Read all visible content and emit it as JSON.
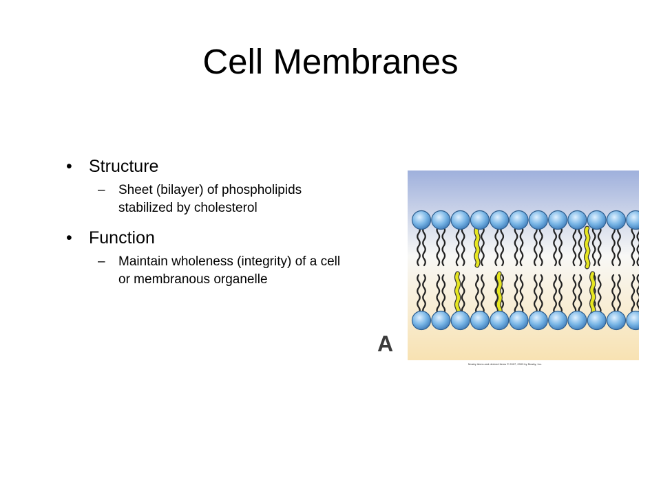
{
  "title": "Cell Membranes",
  "bullets": [
    {
      "label": "Structure",
      "sub": "Sheet (bilayer) of phospholipids stabilized by cholesterol"
    },
    {
      "label": "Function",
      "sub": "Maintain wholeness (integrity) of a cell or membranous organelle"
    }
  ],
  "figure": {
    "label": "A",
    "credit": "Mosby items and derived items © 2007, 2003 by Mosby, Inc.",
    "colors": {
      "top_background": "#9fb0dc",
      "middle_background": "#f8f8f6",
      "bottom_background": "#f8e2b2",
      "head_fill": "#79b6e6",
      "cholesterol": "#e6e620"
    }
  },
  "markers": {
    "bullet": "•",
    "sub": "–"
  }
}
